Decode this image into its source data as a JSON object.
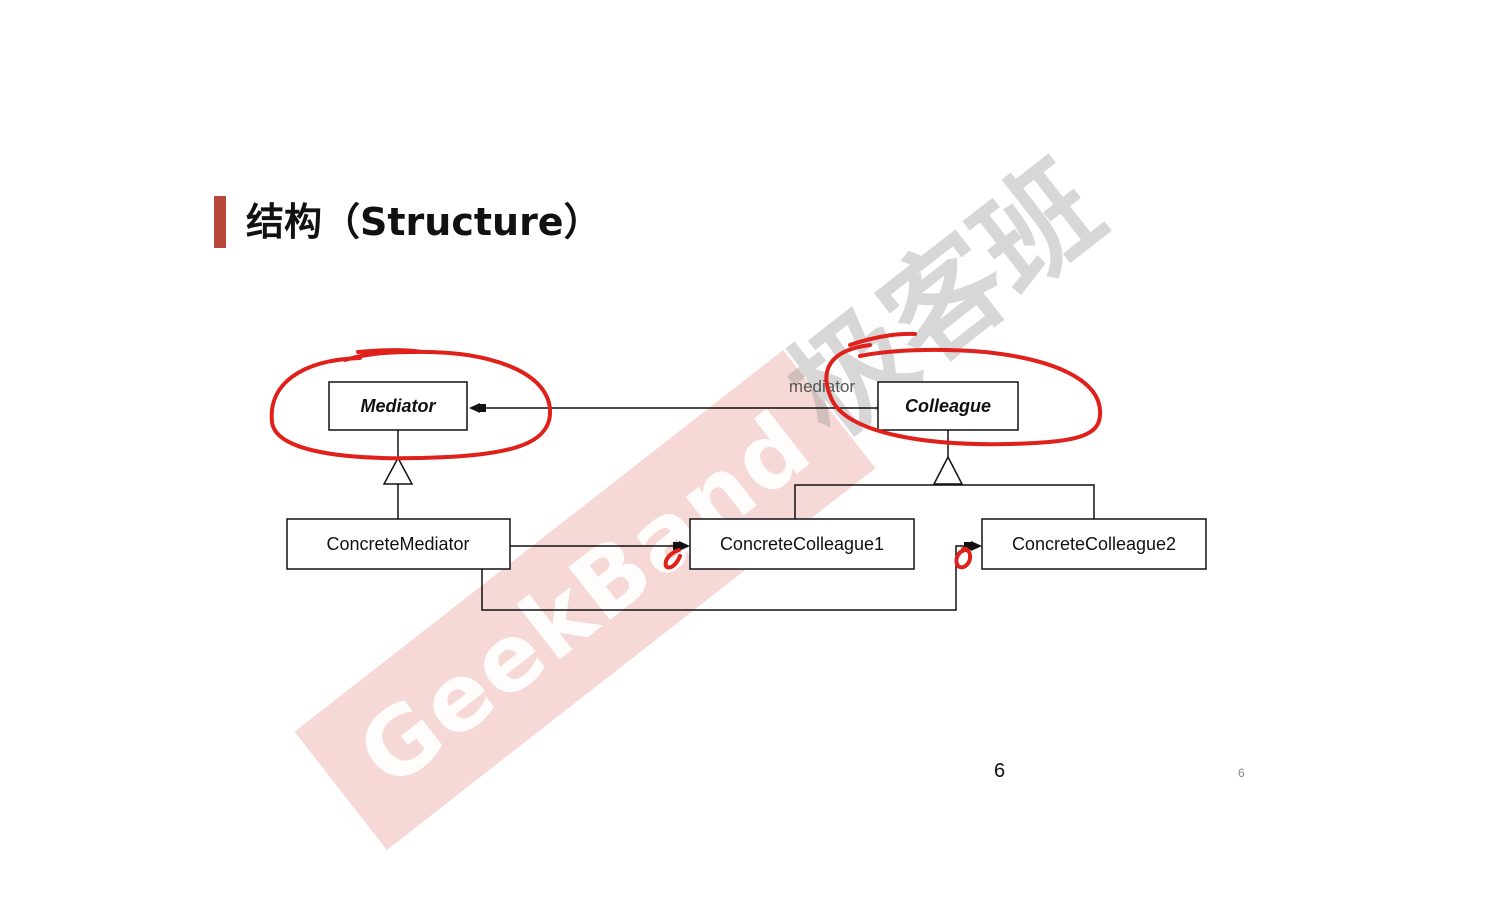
{
  "slide": {
    "title": "结构（Structure）",
    "accent_color": "#b9473a"
  },
  "watermark": {
    "text_en": "GeekBand",
    "text_cn": "极客班"
  },
  "diagram": {
    "classes": {
      "mediator": "Mediator",
      "colleague": "Colleague",
      "concrete_mediator": "ConcreteMediator",
      "concrete_colleague1": "ConcreteColleague1",
      "concrete_colleague2": "ConcreteColleague2"
    },
    "association_label": "mediator",
    "annotation_color": "#e0201a"
  },
  "footer": {
    "page_number": "6",
    "page_number_small": "6"
  }
}
